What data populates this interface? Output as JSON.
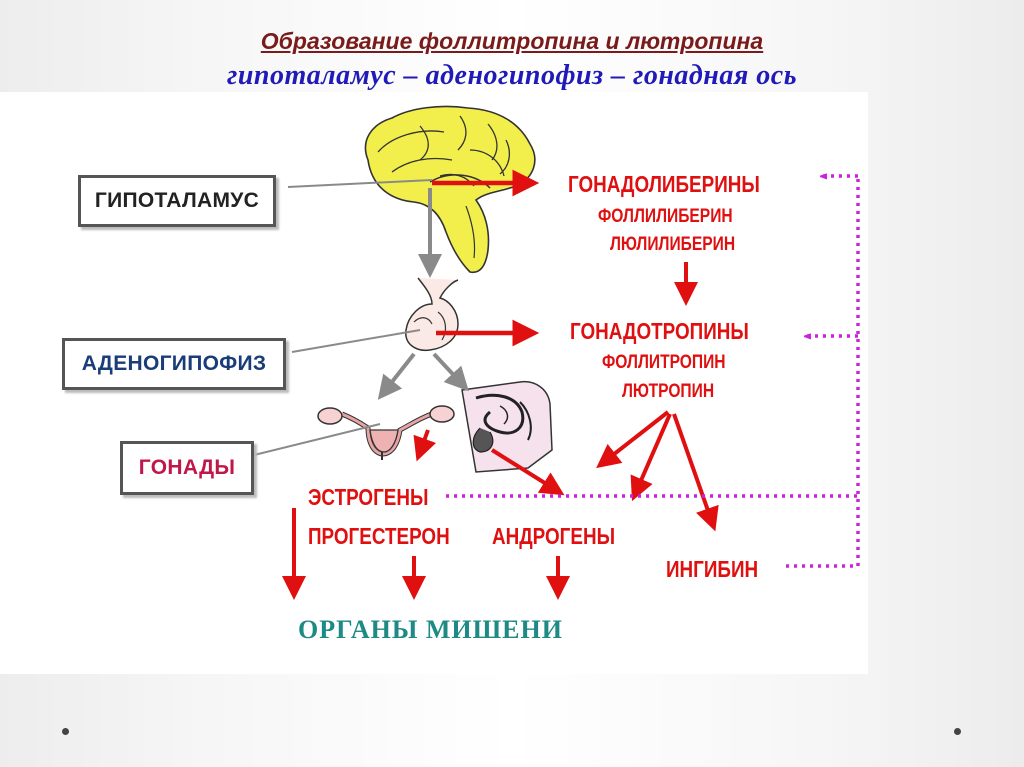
{
  "slide": {
    "title": "Образование фоллитропина и лютропина",
    "subtitle": "гипоталамус – аденогипофиз –  гонадная ось"
  },
  "labels": {
    "hypothalamus": "ГИПОТАЛАМУС",
    "adenohypophysis": "АДЕНОГИПОФИЗ",
    "gonads": "ГОНАДЫ"
  },
  "hormones": {
    "gonadoliberins": "ГОНАДОЛИБЕРИНЫ",
    "folliliberin": "ФОЛЛИЛИБЕРИН",
    "luliberin": "ЛЮЛИЛИБЕРИН",
    "gonadotropins": "ГОНАДОТРОПИНЫ",
    "follitropin": "ФОЛЛИТРОПИН",
    "lutropin": "ЛЮТРОПИН",
    "estrogens": "ЭСТРОГЕНЫ",
    "progesterone": "ПРОГЕСТЕРОН",
    "androgens": "АНДРОГЕНЫ",
    "inhibin": "ИНГИБИН"
  },
  "target_organs": "ОРГАНЫ  МИШЕНИ",
  "colors": {
    "title": "#7a1a1a",
    "subtitle": "#1f1ab8",
    "hormone_text": "#e01010",
    "arrow_red": "#e01010",
    "arrow_gray": "#8a8a8a",
    "feedback_dotted": "#cc22dd",
    "hypothalamus_label": "#222222",
    "adenohypophysis_label": "#1a3d7a",
    "gonads_label": "#c0174a",
    "target_organs": "#1e8a86"
  }
}
